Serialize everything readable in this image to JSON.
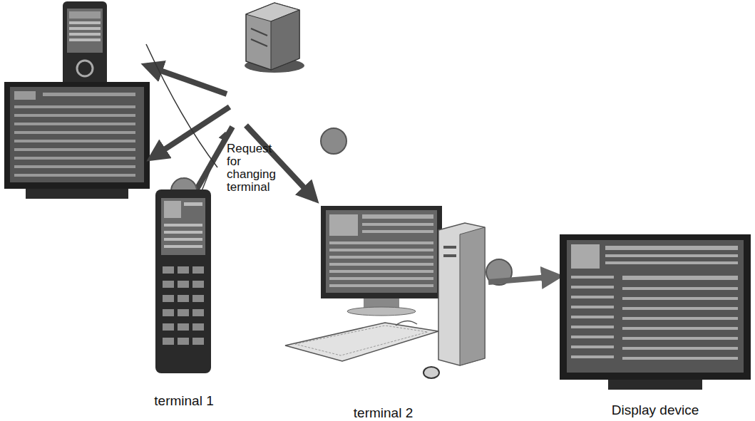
{
  "diagram": {
    "nodes": [
      {
        "text": [
          "terminal 1"
        ]
      },
      {
        "text": [
          "terminal 2"
        ]
      },
      {
        "text": [
          "Display device"
        ]
      }
    ],
    "edges": [
      {
        "from": 1,
        "to": 2,
        "arrow": "to"
      }
    ],
    "labels": [
      "Request for changing terminal"
    ]
  }
}
